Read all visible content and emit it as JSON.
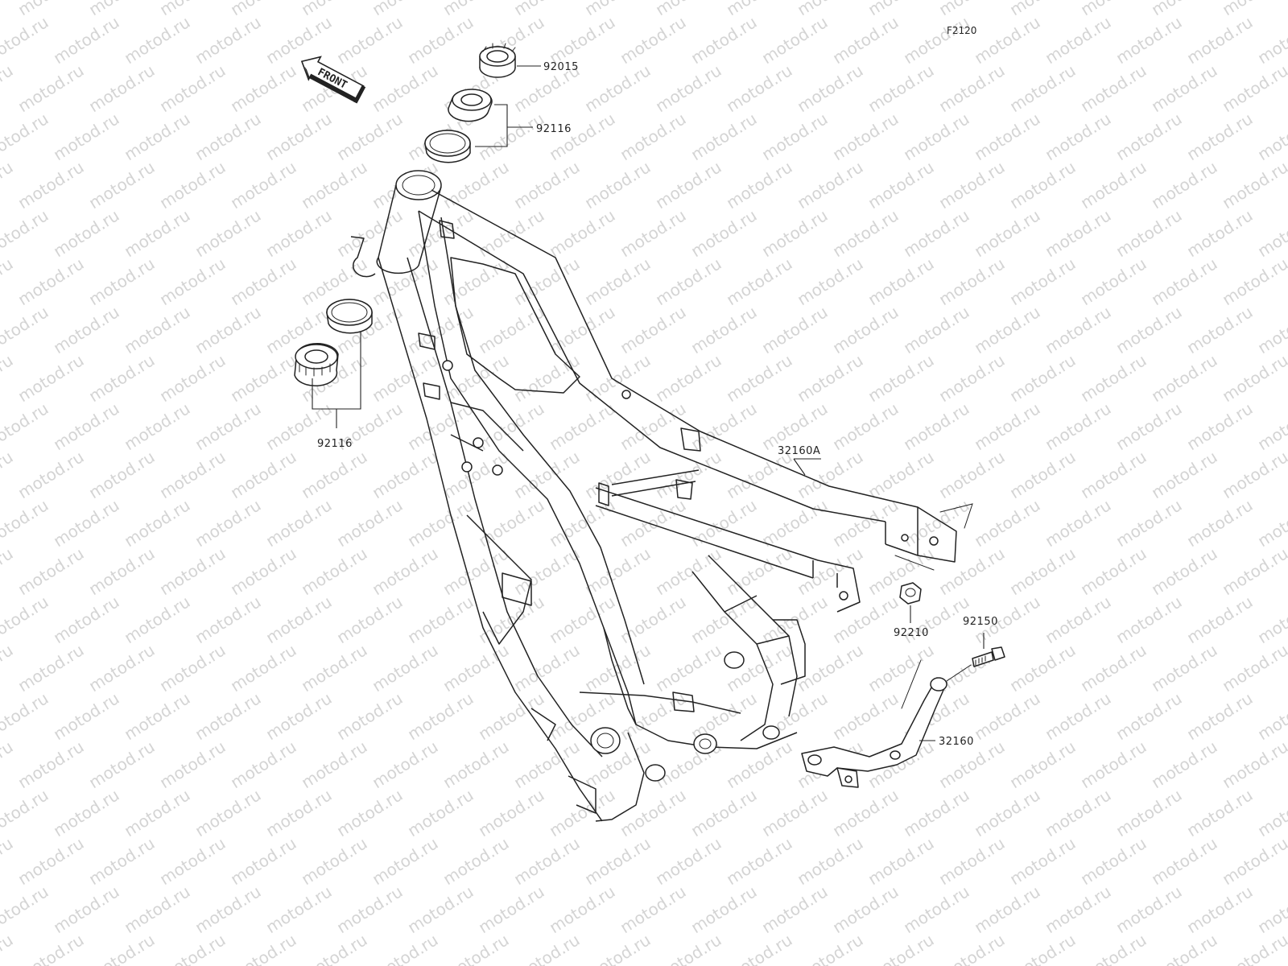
{
  "figure_code": "F2120",
  "watermark": "motod.ru",
  "front_arrow": {
    "text": "FRONT",
    "icon": "front-arrow-icon"
  },
  "labels": {
    "p92015": "92015",
    "p92116_top": "92116",
    "p92116_left": "92116",
    "p32160A": "32160A",
    "p92210": "92210",
    "p92150": "92150",
    "p32160": "32160"
  },
  "colors": {
    "line": "#222222",
    "watermark": "#d4d4d4",
    "background": "#ffffff"
  }
}
